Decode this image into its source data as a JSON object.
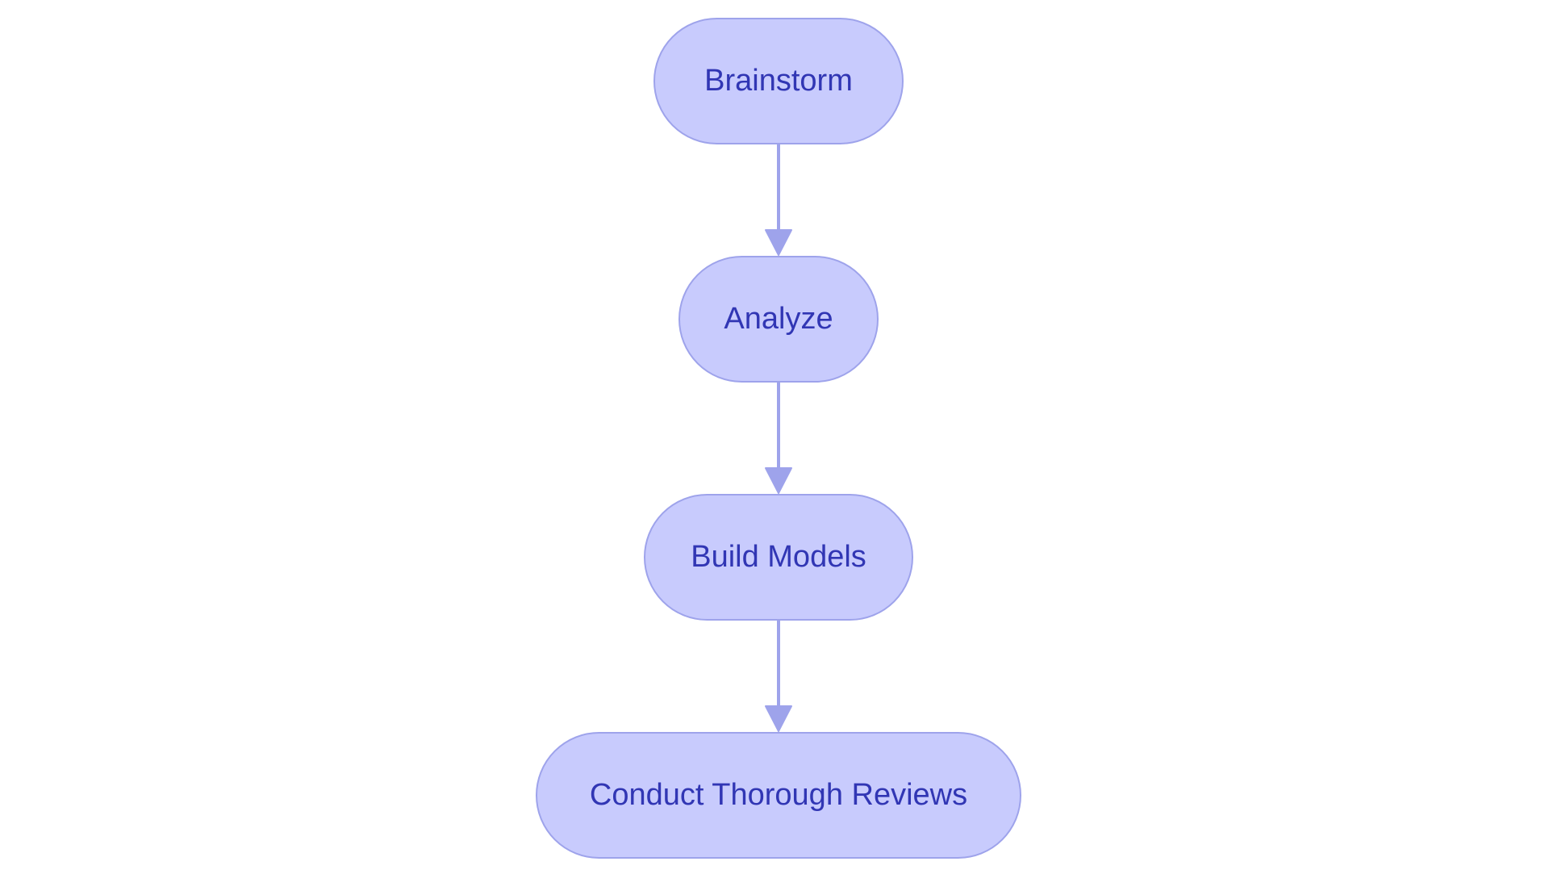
{
  "diagram": {
    "type": "flowchart",
    "direction": "top-to-bottom",
    "nodes": [
      {
        "id": "brainstorm",
        "label": "Brainstorm"
      },
      {
        "id": "analyze",
        "label": "Analyze"
      },
      {
        "id": "build",
        "label": "Build Models"
      },
      {
        "id": "review",
        "label": "Conduct Thorough Reviews"
      }
    ],
    "edges": [
      {
        "from": "brainstorm",
        "to": "analyze"
      },
      {
        "from": "analyze",
        "to": "build"
      },
      {
        "from": "build",
        "to": "review"
      }
    ]
  },
  "colors": {
    "node_fill": "#c8cbfd",
    "node_border": "#9ea3eb",
    "node_text": "#3136b4",
    "edge": "#9ea3eb",
    "background": "#ffffff"
  }
}
